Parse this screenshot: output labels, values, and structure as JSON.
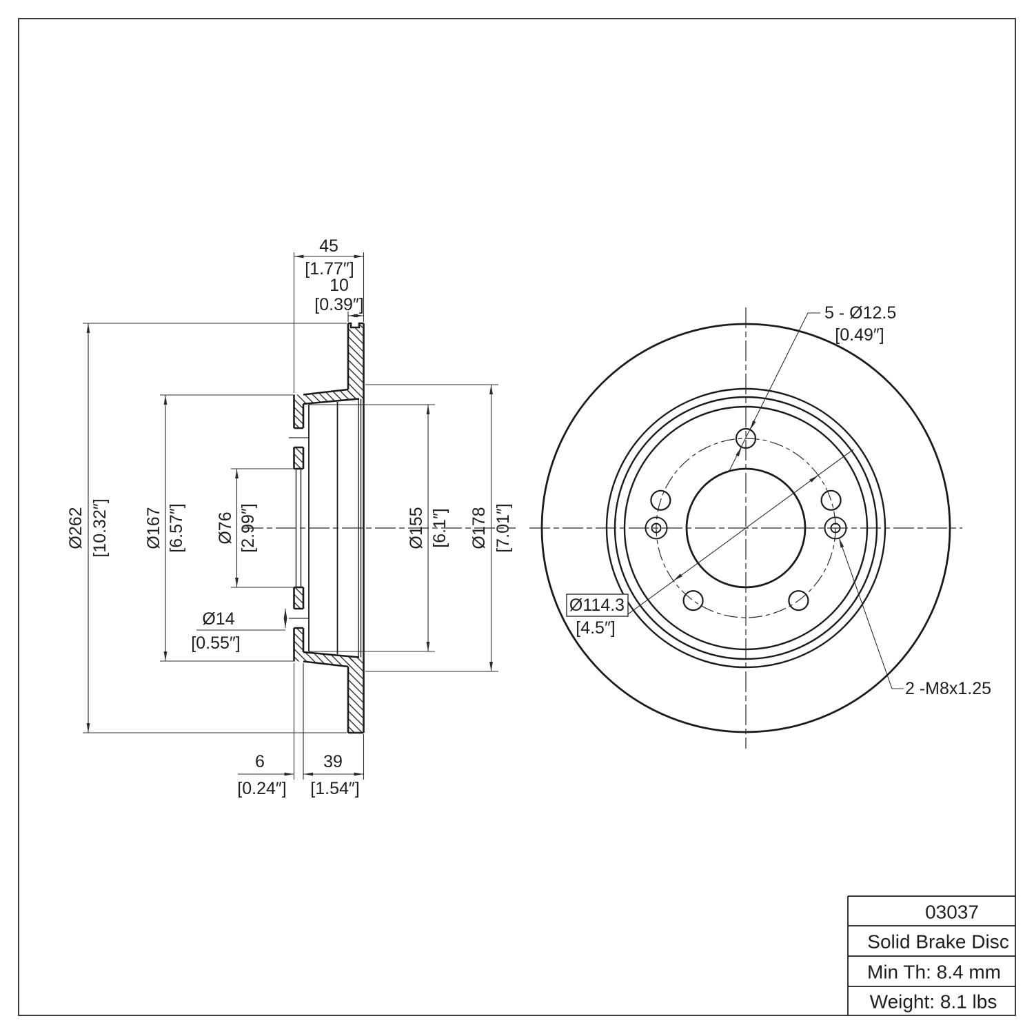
{
  "title_block": {
    "part_number": "03037",
    "description": "Solid Brake Disc",
    "min_thickness": "Min Th: 8.4 mm",
    "weight": "Weight: 8.1 lbs"
  },
  "section_view": {
    "total_width": {
      "mm": "45",
      "in": "[1.77″]"
    },
    "disc_thickness": {
      "mm": "10",
      "in": "[0.39″]"
    },
    "outer_diameter": {
      "mm": "Ø262",
      "in": "[10.32″]"
    },
    "flange_diameter": {
      "mm": "Ø167",
      "in": "[6.57″]"
    },
    "center_bore": {
      "mm": "Ø76",
      "in": "[2.99″]"
    },
    "stud_hole": {
      "mm": "Ø14",
      "in": "[0.55″]"
    },
    "hat_inner_diameter": {
      "mm": "Ø155",
      "in": "[6.1″]"
    },
    "hat_outer_diameter": {
      "mm": "Ø178",
      "in": "[7.01″]"
    },
    "flange_thickness": {
      "mm": "6",
      "in": "[0.24″]"
    },
    "hat_depth": {
      "mm": "39",
      "in": "[1.54″]"
    }
  },
  "front_view": {
    "lug_holes": {
      "label": "5 - Ø12.5",
      "in": "[0.49″]"
    },
    "bolt_circle": {
      "label": "Ø114.3",
      "in": "[4.5″]"
    },
    "thread_holes": {
      "label": "2 -M8x1.25"
    }
  },
  "colors": {
    "background": "#ffffff",
    "line": "#1b1b1b",
    "dimension": "#2b2b2b"
  }
}
